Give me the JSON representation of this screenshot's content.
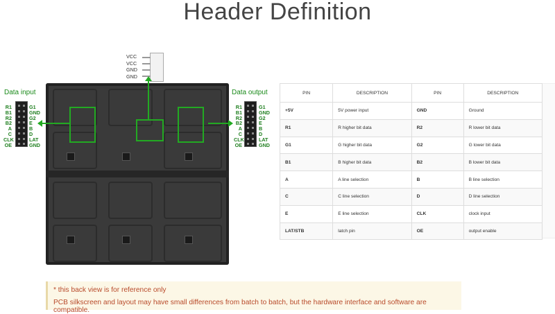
{
  "title": "Header Definition",
  "data_input": {
    "label": "Data input",
    "left_pins": [
      "R1",
      "B1",
      "R2",
      "B2",
      "A",
      "C",
      "CLK",
      "OE"
    ],
    "right_pins": [
      "G1",
      "GND",
      "G2",
      "E",
      "B",
      "D",
      "LAT",
      "GND"
    ]
  },
  "data_output": {
    "label": "Data output",
    "left_pins": [
      "R1",
      "B1",
      "R2",
      "B2",
      "A",
      "C",
      "CLK",
      "OE"
    ],
    "right_pins": [
      "G1",
      "GND",
      "G2",
      "E",
      "B",
      "D",
      "LAT",
      "GND"
    ]
  },
  "power_connector": {
    "pins": [
      "VCC",
      "VCC",
      "GND",
      "GND"
    ]
  },
  "pin_table": {
    "headers": [
      "PIN",
      "DESCRIPTION",
      "PIN",
      "DESCRIPTION"
    ],
    "rows": [
      [
        "+5V",
        "5V power input",
        "GND",
        "Ground"
      ],
      [
        "R1",
        "R higher bit data",
        "R2",
        "R lower bit data"
      ],
      [
        "G1",
        "G higher bit data",
        "G2",
        "G lower bit data"
      ],
      [
        "B1",
        "B higher bit data",
        "B2",
        "B lower bit data"
      ],
      [
        "A",
        "A line selection",
        "B",
        "B line selection"
      ],
      [
        "C",
        "C line selection",
        "D",
        "D line selection"
      ],
      [
        "E",
        "E line selection",
        "CLK",
        "clock input"
      ],
      [
        "LAT/STB",
        "latch pin",
        "OE",
        "output enable"
      ]
    ]
  },
  "note": {
    "line1": "* this back view is for reference only",
    "line2": "PCB silkscreen and layout may have small differences from batch to batch, but the hardware interface and software are compatible."
  },
  "colors": {
    "accent_green": "#22aa22",
    "note_text": "#b84a2a",
    "note_bg": "#fcf7e6"
  }
}
